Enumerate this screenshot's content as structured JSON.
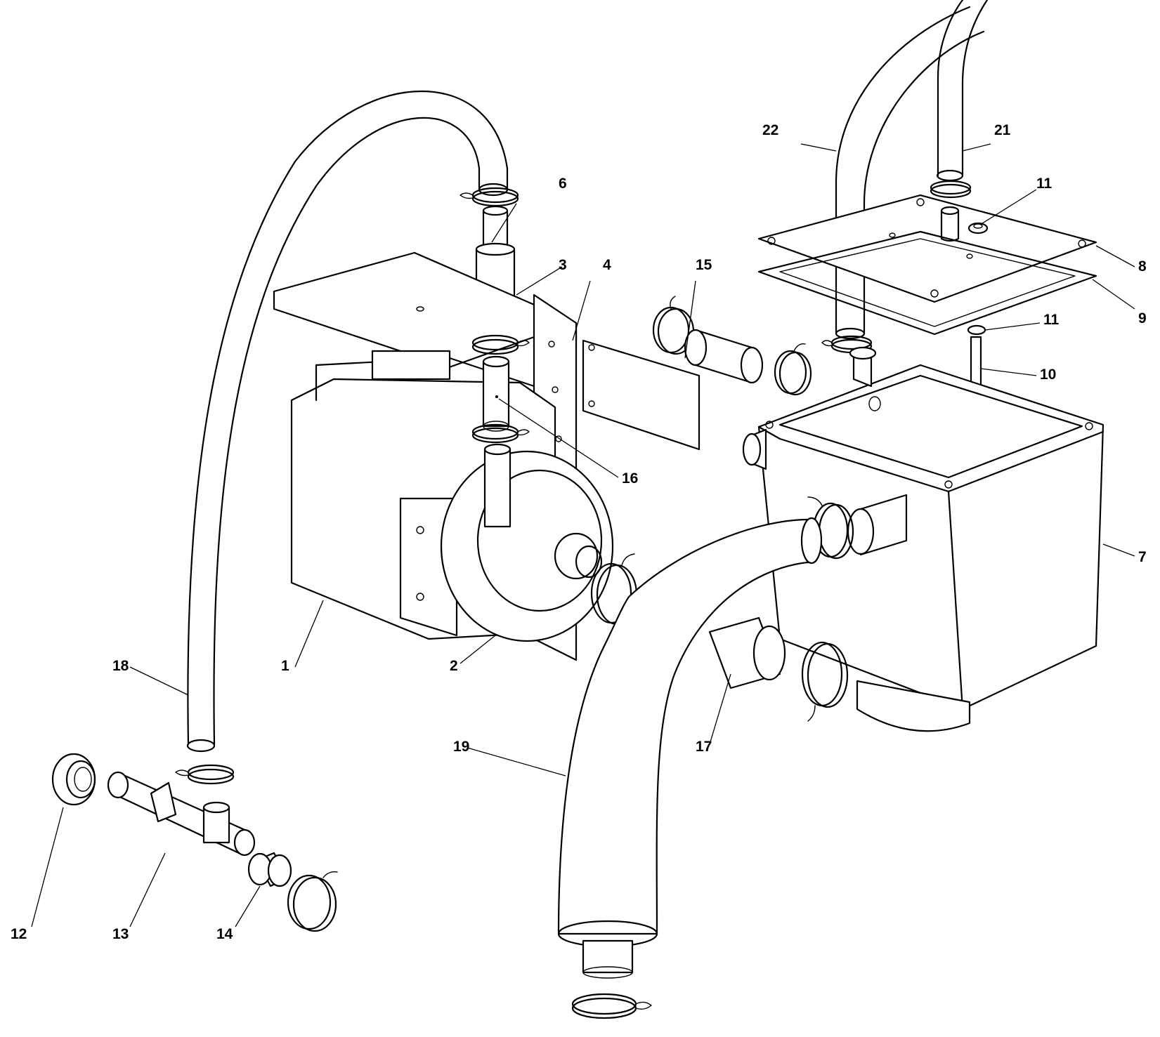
{
  "callouts": [
    {
      "id": "1",
      "text": "1"
    },
    {
      "id": "2",
      "text": "2"
    },
    {
      "id": "3",
      "text": "3"
    },
    {
      "id": "4",
      "text": "4"
    },
    {
      "id": "6",
      "text": "6"
    },
    {
      "id": "7",
      "text": "7"
    },
    {
      "id": "8",
      "text": "8"
    },
    {
      "id": "9",
      "text": "9"
    },
    {
      "id": "10",
      "text": "10"
    },
    {
      "id": "11a",
      "text": "11"
    },
    {
      "id": "11b",
      "text": "11"
    },
    {
      "id": "12",
      "text": "12"
    },
    {
      "id": "13",
      "text": "13"
    },
    {
      "id": "14",
      "text": "14"
    },
    {
      "id": "15",
      "text": "15"
    },
    {
      "id": "16",
      "text": "16"
    },
    {
      "id": "17",
      "text": "17"
    },
    {
      "id": "18",
      "text": "18"
    },
    {
      "id": "19",
      "text": "19"
    },
    {
      "id": "21",
      "text": "21"
    },
    {
      "id": "22",
      "text": "22"
    }
  ]
}
